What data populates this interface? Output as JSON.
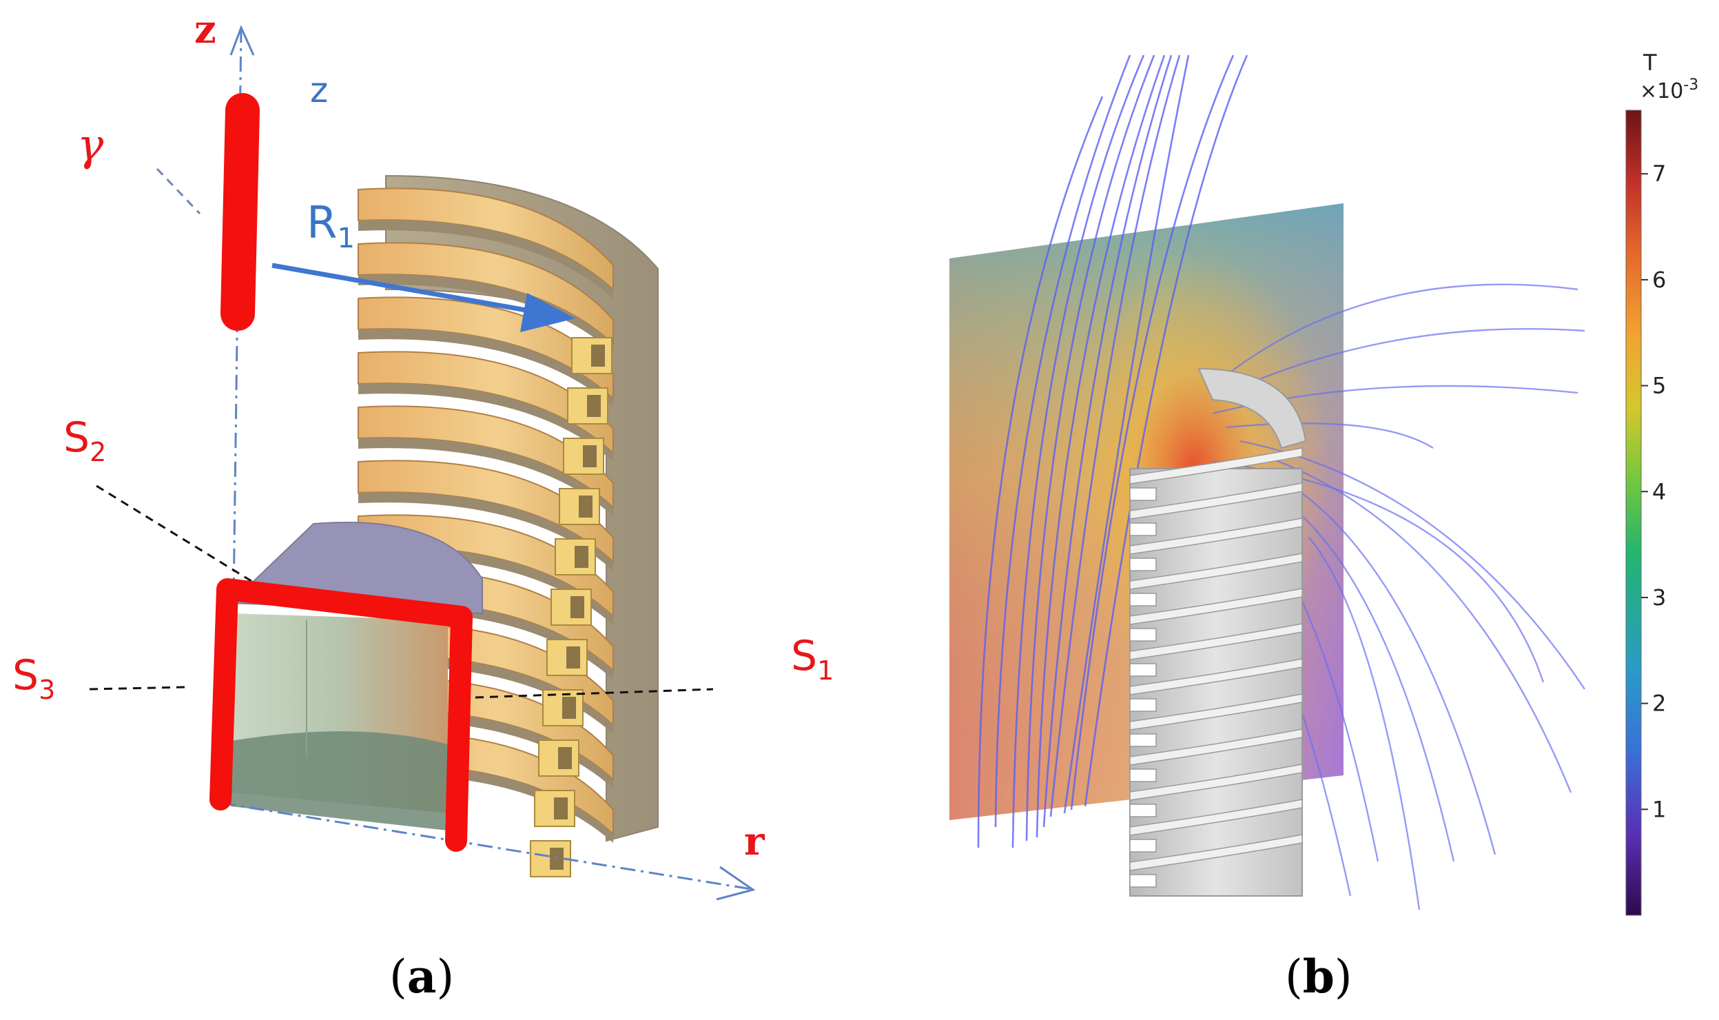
{
  "panel_a": {
    "caption_open": "(",
    "caption_letter": "a",
    "caption_close": ")",
    "label_z_red": "z",
    "label_z_blue": "z",
    "label_gamma": "γ",
    "label_R_main": "R",
    "label_R_sub": "1",
    "label_S2_main": "S",
    "label_S2_sub": "2",
    "label_S3_main": "S",
    "label_S3_sub": "3",
    "label_S1_main": "S",
    "label_S1_sub": "1",
    "label_r": "r"
  },
  "panel_b": {
    "caption_open": "(",
    "caption_letter": "b",
    "caption_close": ")",
    "colorbar": {
      "unit": "T",
      "scale_base": "×10",
      "scale_exp": "-3",
      "ticks": [
        "1",
        "2",
        "3",
        "4",
        "5",
        "6",
        "7"
      ],
      "range": [
        0,
        7.6
      ],
      "colors": [
        "#2d0a4e",
        "#5a2fb4",
        "#3b6ed8",
        "#2a9ac8",
        "#22b56f",
        "#7ec83a",
        "#d4c72c",
        "#f2a331",
        "#e66a2a",
        "#c2302a",
        "#6e1414"
      ]
    }
  }
}
